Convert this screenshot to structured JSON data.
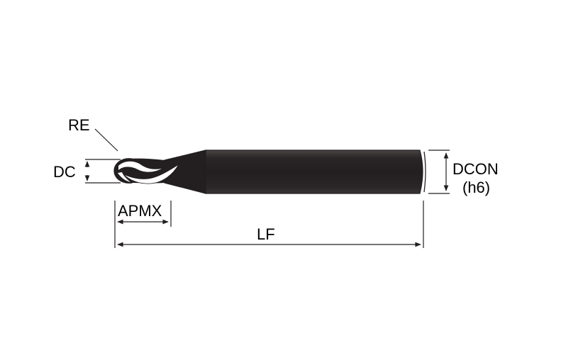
{
  "labels": {
    "re": "RE",
    "dc": "DC",
    "apmx": "APMX",
    "lf": "LF",
    "dcon": "DCON",
    "dcon_tolerance": "(h6)"
  },
  "colors": {
    "line": "#231f20",
    "tool_body": "#231f20",
    "background": "#ffffff"
  }
}
